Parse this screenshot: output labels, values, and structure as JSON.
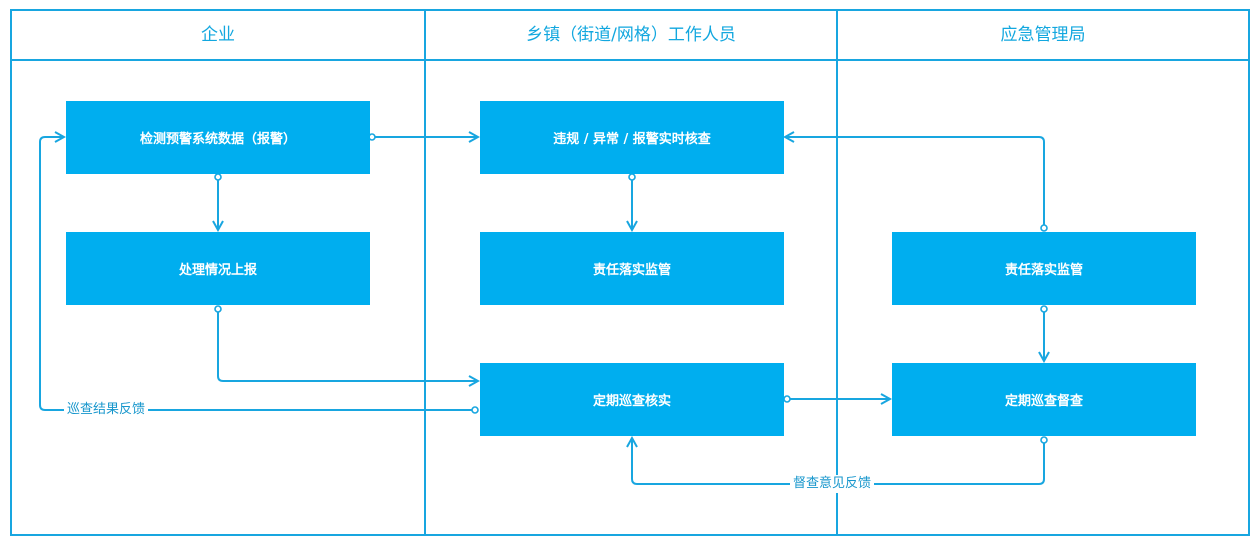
{
  "lanes": {
    "enterprise": "企业",
    "township": "乡镇（街道/网格）工作人员",
    "emergency": "应急管理局"
  },
  "nodes": {
    "monitoring_data": "检测预警系统数据（报警）",
    "report_situation": "处理情况上报",
    "realtime_check": "违规 / 异常 / 报警实时核查",
    "responsibility_township": "责任落实监管",
    "periodic_patrol_verify": "定期巡查核实",
    "responsibility_bureau": "责任落实监管",
    "periodic_patrol_supervise": "定期巡查督查"
  },
  "edges": {
    "patrol_feedback": "巡查结果反馈",
    "supervision_feedback": "督查意见反馈"
  },
  "colors": {
    "box_fill": "#00aeef",
    "line": "#18a6e0",
    "header_text": "#12a7df"
  }
}
